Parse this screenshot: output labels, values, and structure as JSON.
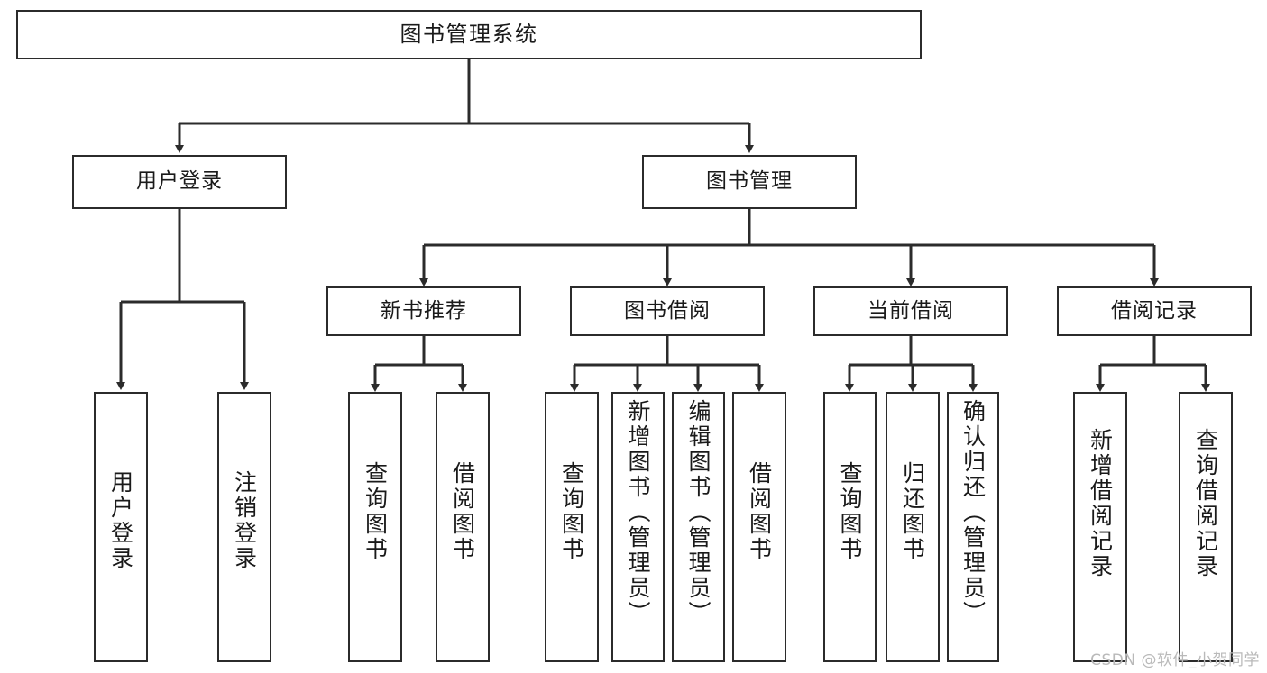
{
  "diagram": {
    "type": "tree",
    "title": "图书管理系统",
    "watermark": "CSDN @软件_小贺同学",
    "colors": {
      "background": "#ffffff",
      "node_fill": "#ffffff",
      "node_border": "#2b2b2b",
      "edge": "#2b2b2b",
      "text": "#1a1a1a",
      "watermark": "#b9b9b9"
    },
    "levels": [
      {
        "level": 0,
        "nodes": [
          {
            "id": "root",
            "label": "图书管理系统",
            "orientation": "horizontal"
          }
        ]
      },
      {
        "level": 1,
        "nodes": [
          {
            "id": "login",
            "label": "用户登录",
            "orientation": "horizontal",
            "parent": "root"
          },
          {
            "id": "bookmgmt",
            "label": "图书管理",
            "orientation": "horizontal",
            "parent": "root"
          }
        ]
      },
      {
        "level": 2,
        "nodes": [
          {
            "id": "newbook",
            "label": "新书推荐",
            "orientation": "horizontal",
            "parent": "bookmgmt"
          },
          {
            "id": "borrow",
            "label": "图书借阅",
            "orientation": "horizontal",
            "parent": "bookmgmt"
          },
          {
            "id": "current",
            "label": "当前借阅",
            "orientation": "horizontal",
            "parent": "bookmgmt"
          },
          {
            "id": "records",
            "label": "借阅记录",
            "orientation": "horizontal",
            "parent": "bookmgmt"
          }
        ]
      },
      {
        "level": 3,
        "nodes": [
          {
            "id": "leaf1",
            "label": "用户登录",
            "orientation": "vertical",
            "parent": "login"
          },
          {
            "id": "leaf2",
            "label": "注销登录",
            "orientation": "vertical",
            "parent": "login"
          },
          {
            "id": "leaf3",
            "label": "查询图书",
            "orientation": "vertical",
            "parent": "newbook"
          },
          {
            "id": "leaf4",
            "label": "借阅图书",
            "orientation": "vertical",
            "parent": "newbook"
          },
          {
            "id": "leaf5",
            "label": "查询图书",
            "orientation": "vertical",
            "parent": "borrow"
          },
          {
            "id": "leaf6",
            "label": "新增图书（管理员）",
            "orientation": "vertical",
            "parent": "borrow"
          },
          {
            "id": "leaf7",
            "label": "编辑图书（管理员）",
            "orientation": "vertical",
            "parent": "borrow"
          },
          {
            "id": "leaf8",
            "label": "借阅图书",
            "orientation": "vertical",
            "parent": "borrow"
          },
          {
            "id": "leaf9",
            "label": "查询图书",
            "orientation": "vertical",
            "parent": "current"
          },
          {
            "id": "leaf10",
            "label": "归还图书",
            "orientation": "vertical",
            "parent": "current"
          },
          {
            "id": "leaf11",
            "label": "确认归还（管理员）",
            "orientation": "vertical",
            "parent": "current"
          },
          {
            "id": "leaf12",
            "label": "新增借阅记录",
            "orientation": "vertical",
            "parent": "records"
          },
          {
            "id": "leaf13",
            "label": "查询借阅记录",
            "orientation": "vertical",
            "parent": "records"
          }
        ]
      }
    ]
  }
}
